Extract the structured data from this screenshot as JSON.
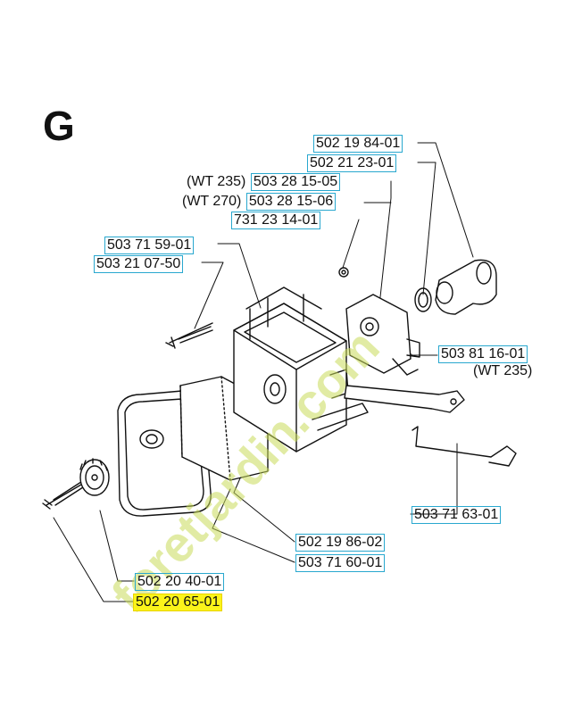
{
  "section_letter": "G",
  "watermark": "foretjardin.com",
  "accent_colors": {
    "part_box_border": "#29a8cf",
    "highlight": "#fbf41a",
    "watermark": "#c9dc5a"
  },
  "labels": [
    {
      "id": "l1",
      "prefix": "",
      "part": "502 19 84-01",
      "suffix": "",
      "highlighted": false
    },
    {
      "id": "l2",
      "prefix": "",
      "part": "502 21 23-01",
      "suffix": "",
      "highlighted": false
    },
    {
      "id": "l3",
      "prefix": "(WT 235)",
      "part": "503 28 15-05",
      "suffix": "",
      "highlighted": false
    },
    {
      "id": "l4",
      "prefix": "(WT 270)",
      "part": "503 28 15-06",
      "suffix": "",
      "highlighted": false
    },
    {
      "id": "l5",
      "prefix": "",
      "part": "731 23 14-01",
      "suffix": "",
      "highlighted": false
    },
    {
      "id": "l6",
      "prefix": "",
      "part": "503 71 59-01",
      "suffix": "",
      "highlighted": false
    },
    {
      "id": "l7",
      "prefix": "",
      "part": "503 21 07-50",
      "suffix": "",
      "highlighted": false
    },
    {
      "id": "l8",
      "prefix": "",
      "part": "503 81 16-01",
      "suffix": "(WT 235)",
      "highlighted": false
    },
    {
      "id": "l9",
      "prefix": "",
      "part": "503 71 63-01",
      "suffix": "",
      "highlighted": false
    },
    {
      "id": "l10",
      "prefix": "",
      "part": "502 19 86-02",
      "suffix": "",
      "highlighted": false
    },
    {
      "id": "l11",
      "prefix": "",
      "part": "503 71 60-01",
      "suffix": "",
      "highlighted": false
    },
    {
      "id": "l12",
      "prefix": "",
      "part": "502 20 40-01",
      "suffix": "",
      "highlighted": false
    },
    {
      "id": "l13",
      "prefix": "",
      "part": "502 20 65-01",
      "suffix": "",
      "highlighted": true
    }
  ]
}
